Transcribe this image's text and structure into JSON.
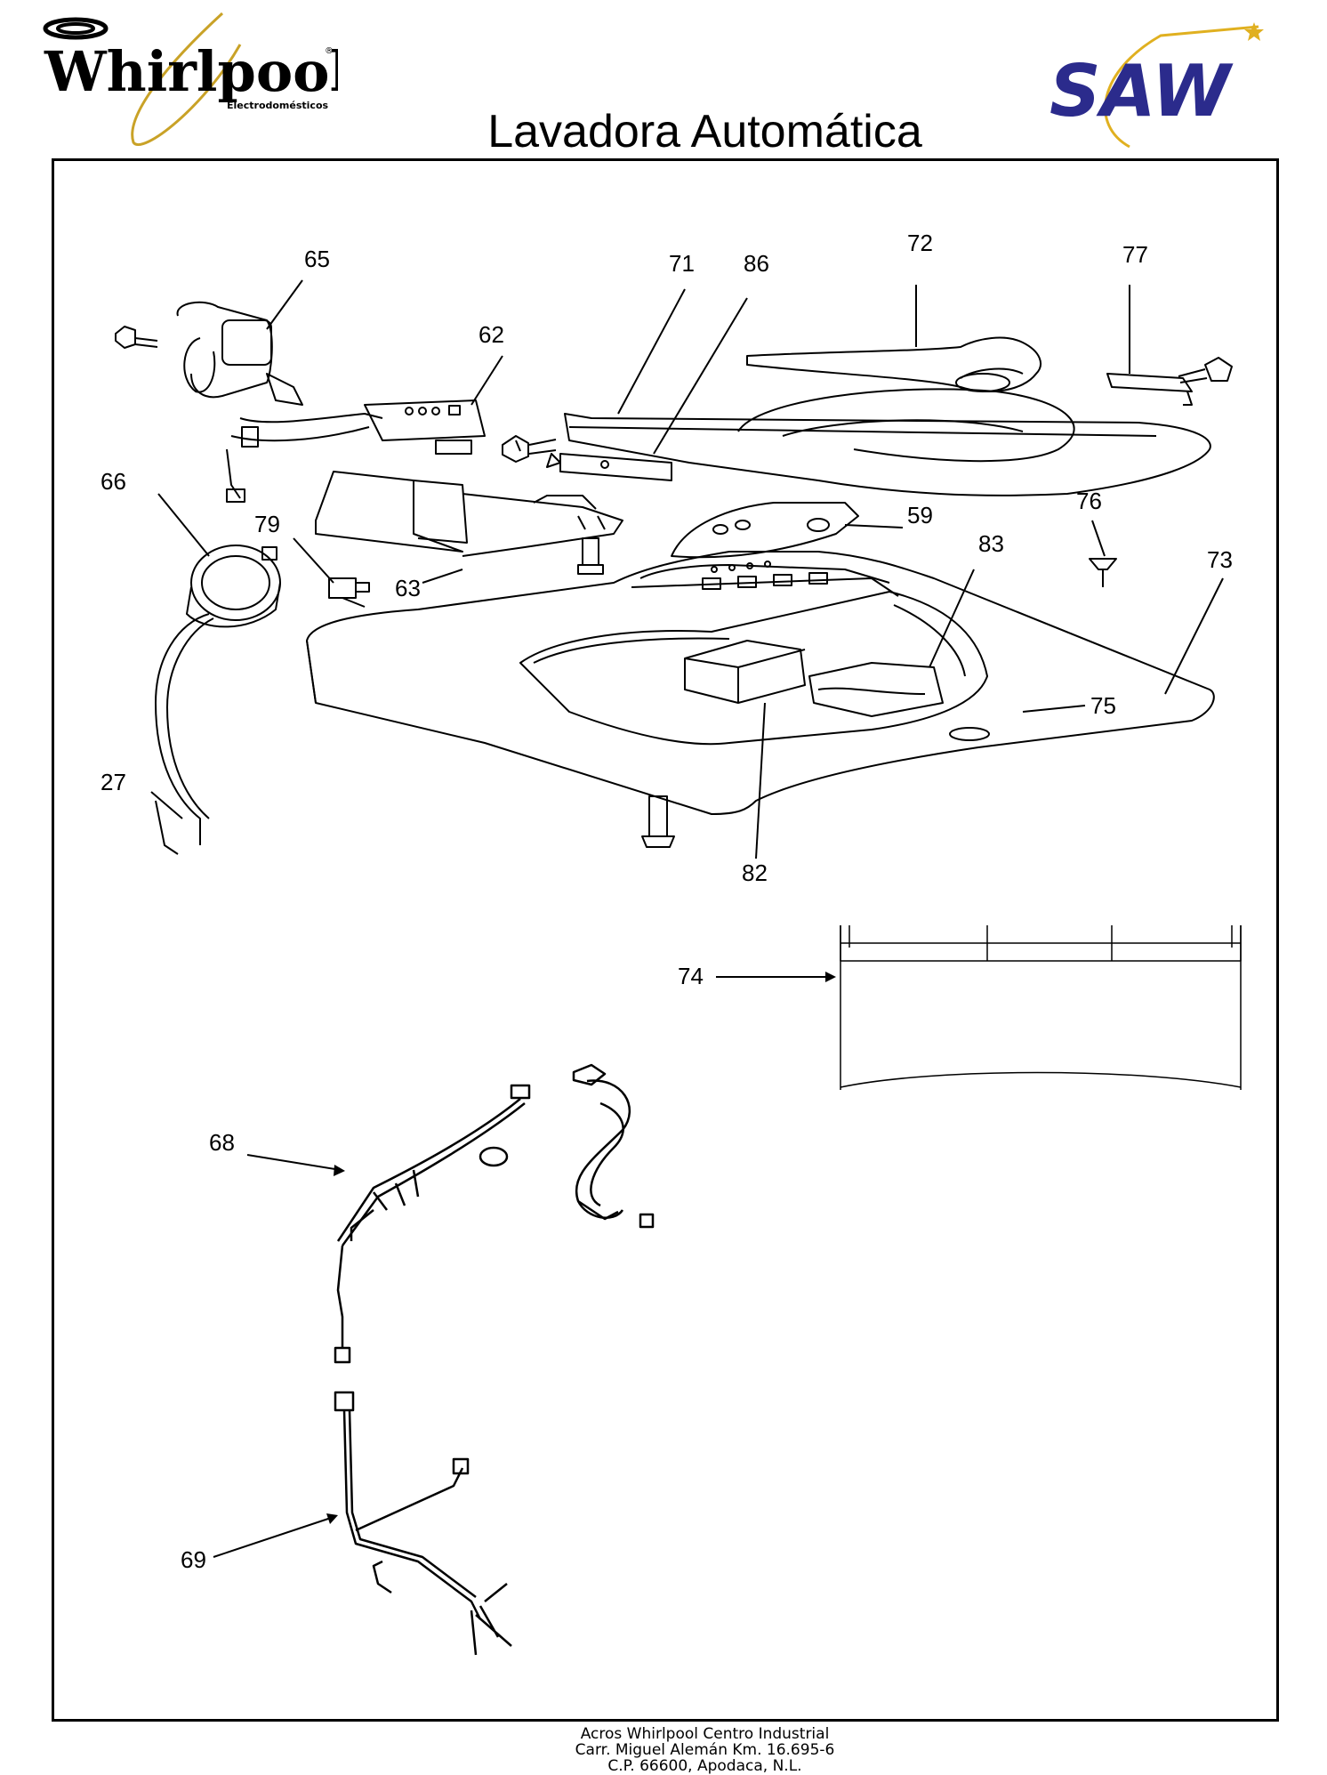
{
  "header": {
    "brand_left": "Whirlpool",
    "brand_left_sub": "Electrodomésticos",
    "brand_right": "SAW",
    "title": "Lavadora Automática"
  },
  "callouts": {
    "p65": "65",
    "p71": "71",
    "p86": "86",
    "p72": "72",
    "p77": "77",
    "p62": "62",
    "p66": "66",
    "p79": "79",
    "p63": "63",
    "p59": "59",
    "p76": "76",
    "p83": "83",
    "p73": "73",
    "p75": "75",
    "p27": "27",
    "p82": "82",
    "p74": "74",
    "p68": "68",
    "p69": "69"
  },
  "footer": {
    "line1": "Acros Whirlpool Centro Industrial",
    "line2": "Carr. Miguel Alemán Km. 16.695-6",
    "line3": "C.P. 66600, Apodaca, N.L."
  },
  "colors": {
    "ink": "#000000",
    "whirlpool_gold": "#C9A227",
    "saw_blue": "#2B2B8C",
    "saw_gold": "#E0B020"
  }
}
